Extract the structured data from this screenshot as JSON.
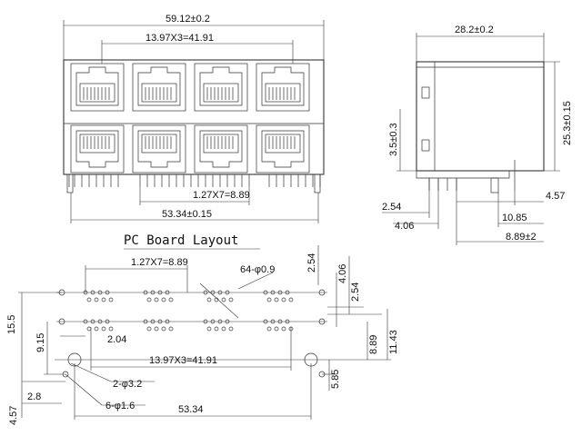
{
  "front_view": {
    "overall_width": "59.12±0.2",
    "port_pitch": "13.97X3=41.91",
    "pin_pitch": "1.27X7=8.89",
    "peg_span": "53.34±0.15"
  },
  "side_view": {
    "depth": "28.2±0.2",
    "height": "25.3±0.15",
    "standoff": "3.5±0.3",
    "dim_a": "2.54",
    "dim_b": "4.06",
    "dim_c": "10.85",
    "dim_d": "4.57",
    "dim_e": "8.89±2"
  },
  "pcb_layout": {
    "title": "PC Board Layout",
    "pin_pitch": "1.27X7=8.89",
    "hole_count": "64-φ0.9",
    "vertical_2_54": "2.54",
    "vertical_4_06": "4.06",
    "vertical_2_54b": "2.54",
    "left_15_5": "15.5",
    "left_9_15": "9.15",
    "offset_2_04": "2.04",
    "port_pitch": "13.97X3=41.91",
    "mount_holes": "2-φ3.2",
    "small_holes": "6-φ1.6",
    "span": "53.34",
    "dim_2_8": "2.8",
    "dim_4_57": "4.57",
    "right_8_89": "8.89",
    "right_11_43": "11.43",
    "right_5_85": "5.85"
  }
}
